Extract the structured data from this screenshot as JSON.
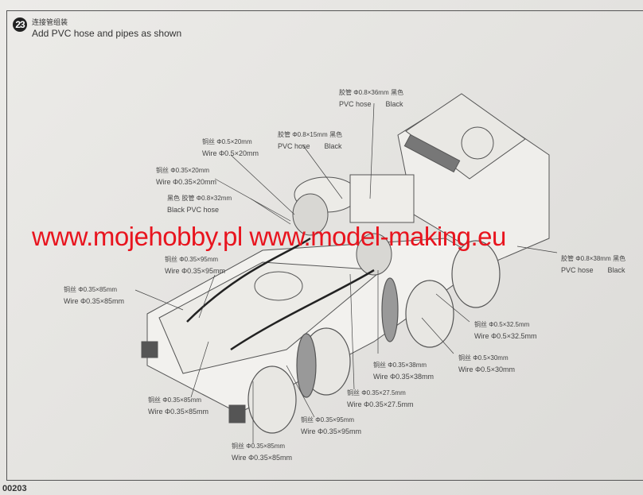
{
  "step": {
    "number": "23",
    "title_cn": "连接管组装",
    "title_en": "Add PVC hose and pipes as shown"
  },
  "labels": [
    {
      "cn": "胶管 Φ0.8×36mm",
      "cn_color": "黑色",
      "en": "PVC hose",
      "en_color": "Black"
    },
    {
      "cn": "胶管 Φ0.8×15mm",
      "cn_color": "黑色",
      "en": "PVC hose",
      "en_color": "Black"
    },
    {
      "cn": "铜丝 Φ0.5×20mm",
      "en": "Wire Φ0.5×20mm"
    },
    {
      "cn": "铜丝 Φ0.35×20mm",
      "en": "Wire Φ0.35×20mm"
    },
    {
      "cn": "胶管 Φ0.8×32mm",
      "cn_color": "黑色",
      "en": "PVC hose",
      "en_color": "Black"
    },
    {
      "cn": "铜丝 Φ0.35×95mm",
      "en": "Wire Φ0.35×95mm"
    },
    {
      "cn": "胶管 Φ0.8×38mm",
      "cn_color": "黑色",
      "en": "PVC hose",
      "en_color": "Black"
    },
    {
      "cn": "铜丝 Φ0.35×85mm",
      "en": "Wire Φ0.35×85mm"
    },
    {
      "cn": "铜丝 Φ0.5×32.5mm",
      "en": "Wire Φ0.5×32.5mm"
    },
    {
      "cn": "铜丝 Φ0.5×30mm",
      "en": "Wire Φ0.5×30mm"
    },
    {
      "cn": "铜丝 Φ0.35×38mm",
      "en": "Wire Φ0.35×38mm"
    },
    {
      "cn": "铜丝 Φ0.35×27.5mm",
      "en": "Wire Φ0.35×27.5mm"
    },
    {
      "cn": "铜丝 Φ0.35×85mm",
      "en": "Wire Φ0.35×85mm"
    },
    {
      "cn": "铜丝 Φ0.35×95mm",
      "en": "Wire Φ0.35×95mm"
    },
    {
      "cn": "铜丝 Φ0.35×85mm",
      "en": "Wire Φ0.35×85mm"
    }
  ],
  "watermark": "www.mojehobby.pl www.model-making.eu",
  "page_number": "00203",
  "colors": {
    "watermark": "#e8141e",
    "ink": "#333333",
    "paper": "#e6e5e2"
  }
}
